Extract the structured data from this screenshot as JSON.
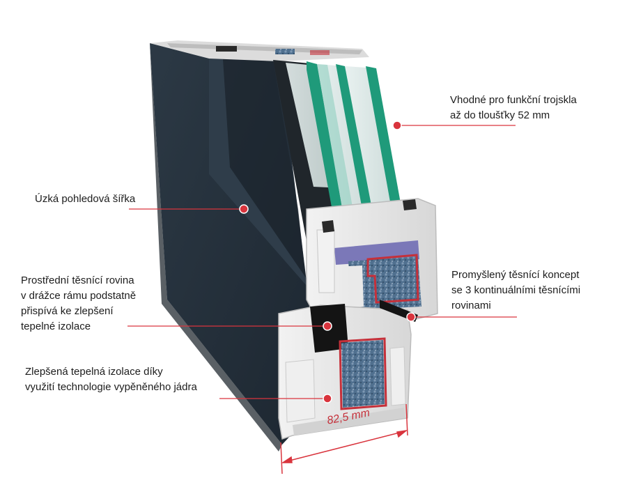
{
  "colors": {
    "accent": "#d9343d",
    "frame_dark": "#26323d",
    "pvc": "#e6e6e6",
    "glass_edge": "#1f9a7a",
    "foam": "#4d6a8a",
    "seal": "#141414"
  },
  "callouts": {
    "triple_glass": {
      "lines": [
        "Vhodné pro funkční trojskla",
        "až do tloušťky 52 mm"
      ]
    },
    "narrow_width": {
      "lines": [
        "Úzká pohledová šířka"
      ]
    },
    "middle_seal": {
      "lines": [
        "Prostřední těsnící rovina",
        "v drážce rámu podstatně",
        "přispívá ke zlepšení",
        "tepelné izolace"
      ]
    },
    "seal_concept": {
      "lines": [
        "Promyšlený těsnící koncept",
        "se 3 kontinuálními těsnícími",
        "rovinami"
      ]
    },
    "foam_core": {
      "lines": [
        "Zlepšená tepelná  izolace díky",
        "využití technologie vypěněného jádra"
      ]
    }
  },
  "dimension": {
    "label": "82,5 mm"
  }
}
